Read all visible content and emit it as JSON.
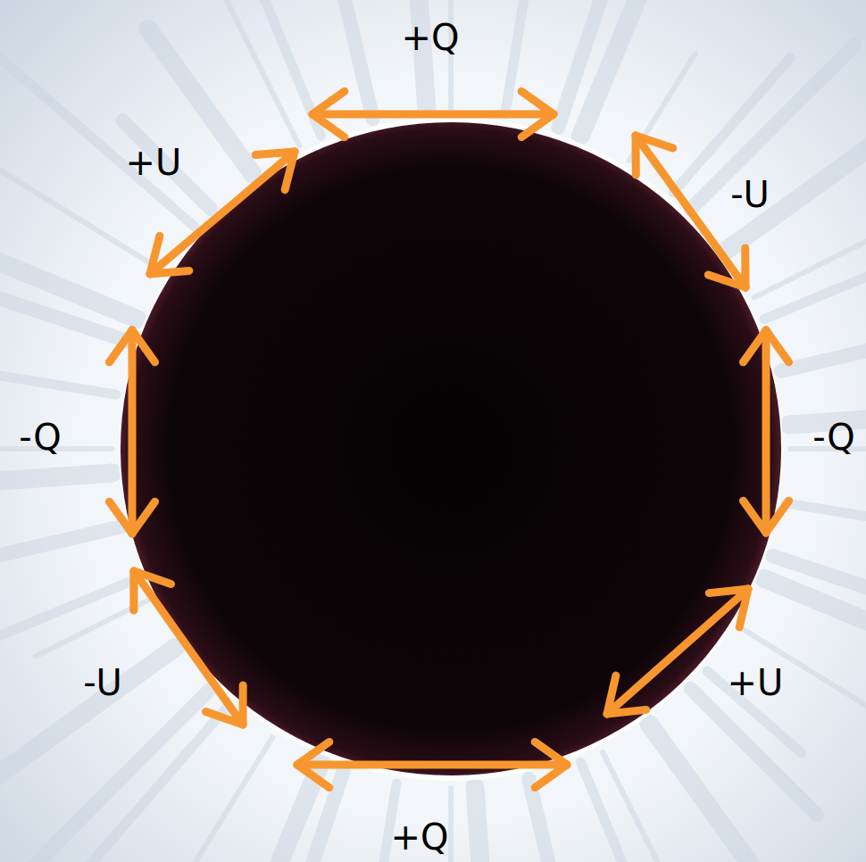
{
  "diagram": {
    "labels": [
      "+Q",
      "+U",
      "-U",
      "-Q",
      "-Q",
      "-U",
      "+U",
      "+Q"
    ]
  }
}
